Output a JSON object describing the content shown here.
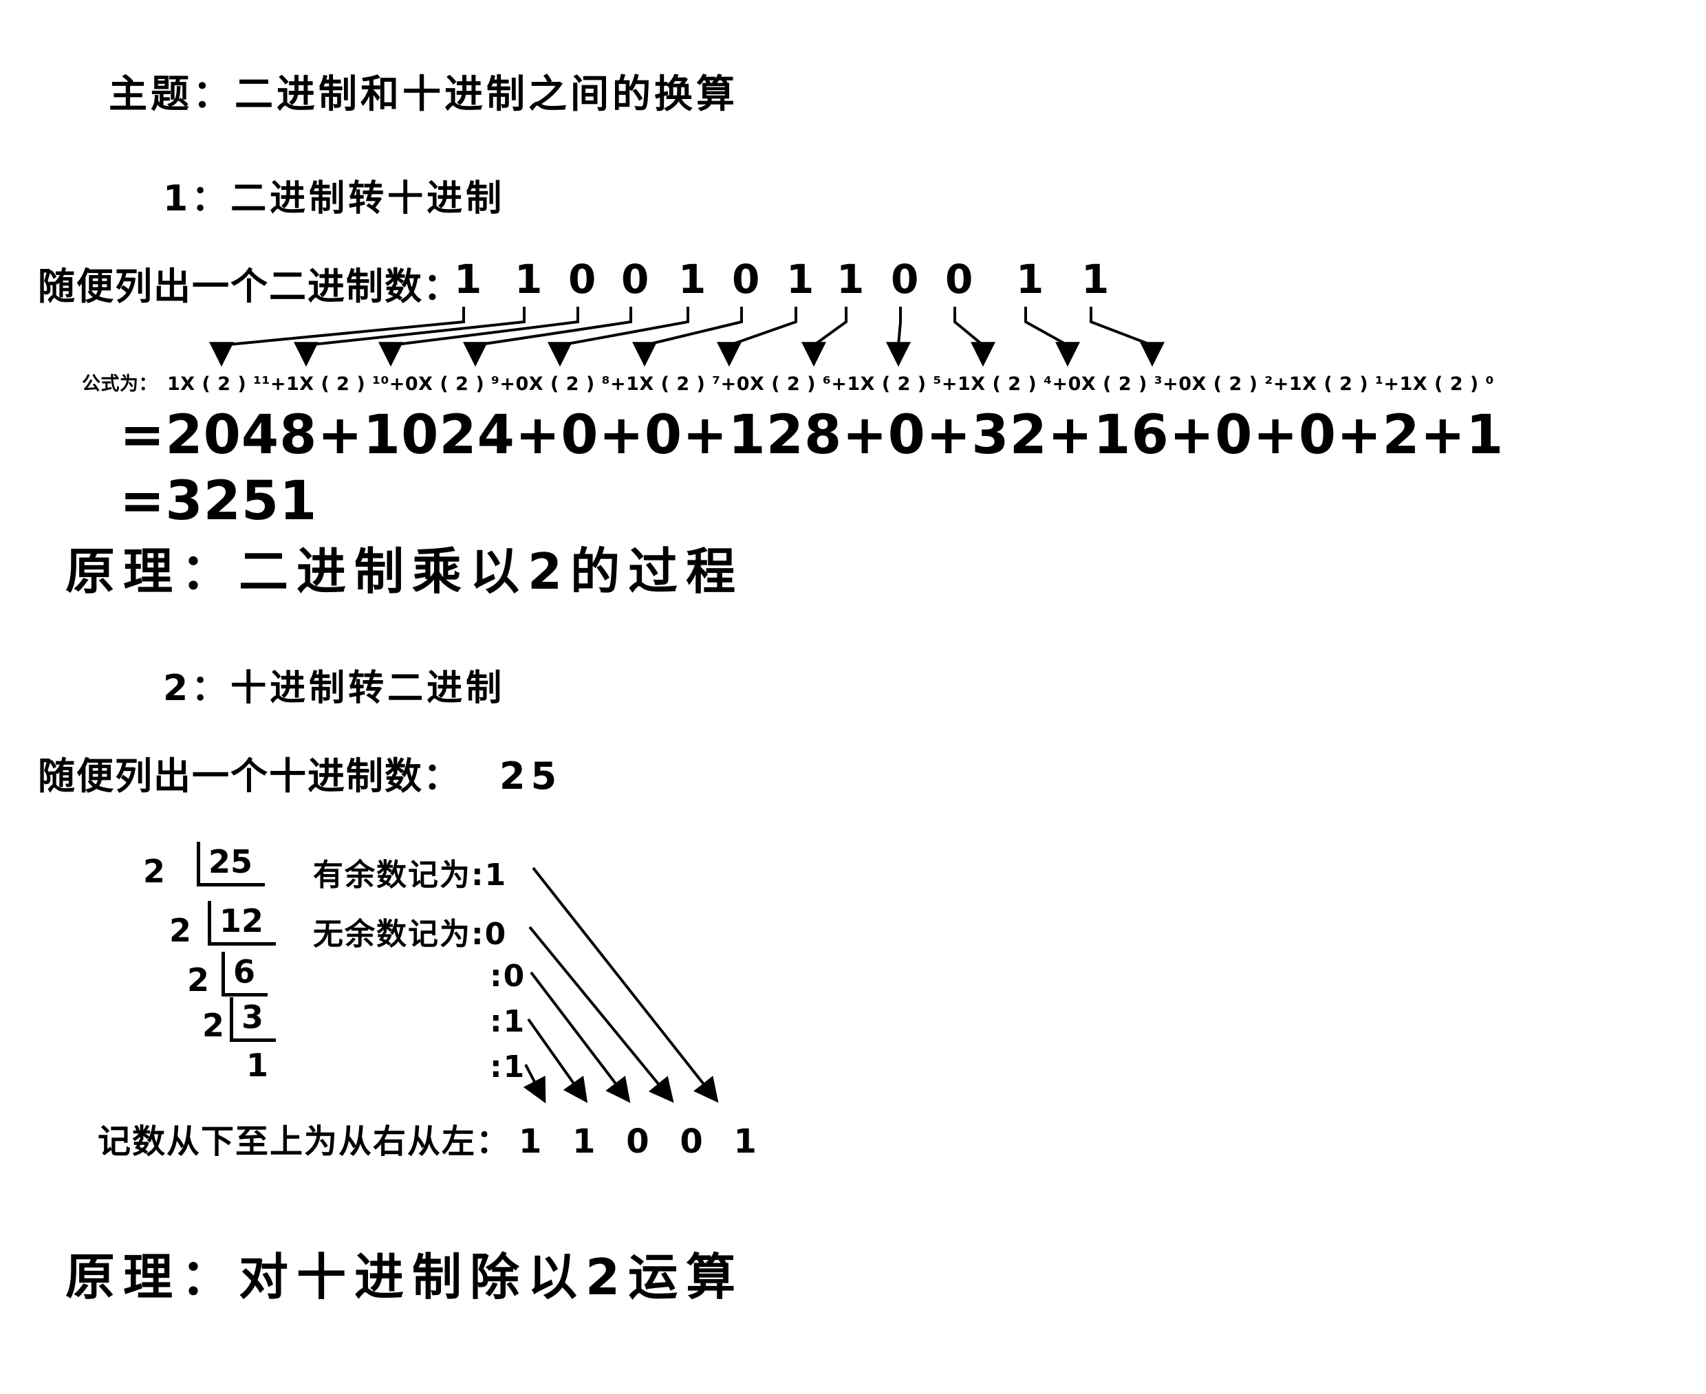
{
  "doc": {
    "title": "主题：二进制和十进制之间的换算",
    "s1": {
      "heading": "1：二进制转十进制",
      "list_label": "随便列出一个二进制数：",
      "digits": [
        "1",
        "1",
        "0",
        "0",
        "1",
        "0",
        "1",
        "1",
        "0",
        "0",
        "1",
        "1"
      ],
      "formula_label": "公式为：",
      "formula": "1X ( 2 ) ¹¹+1X ( 2 ) ¹⁰+0X ( 2 ) ⁹+0X ( 2 ) ⁸+1X ( 2 ) ⁷+0X ( 2 ) ⁶+1X ( 2 ) ⁵+1X ( 2 ) ⁴+0X ( 2 ) ³+0X ( 2 ) ²+1X ( 2 ) ¹+1X ( 2 ) ⁰",
      "expansion": "=2048+1024+0+0+128+0+32+16+0+0+2+1",
      "result": "=3251",
      "principle": "原理：二进制乘以2的过程"
    },
    "s2": {
      "heading": "2：十进制转二进制",
      "list_label": "随便列出一个十进制数：",
      "value": "25",
      "rows": [
        {
          "divisor": "2",
          "dividend": "25",
          "note": "有余数记为:1"
        },
        {
          "divisor": "2",
          "dividend": "12",
          "note": "无余数记为:0"
        },
        {
          "divisor": "2",
          "dividend": "6",
          "note": ":0"
        },
        {
          "divisor": "2",
          "dividend": "3",
          "note": ":1"
        },
        {
          "divisor": "",
          "dividend": "1",
          "note": ":1"
        }
      ],
      "result_label": "记数从下至上为从右从左：",
      "result_digits": "1 1 0 0 1",
      "principle": "原理：对十进制除以2运算"
    }
  }
}
